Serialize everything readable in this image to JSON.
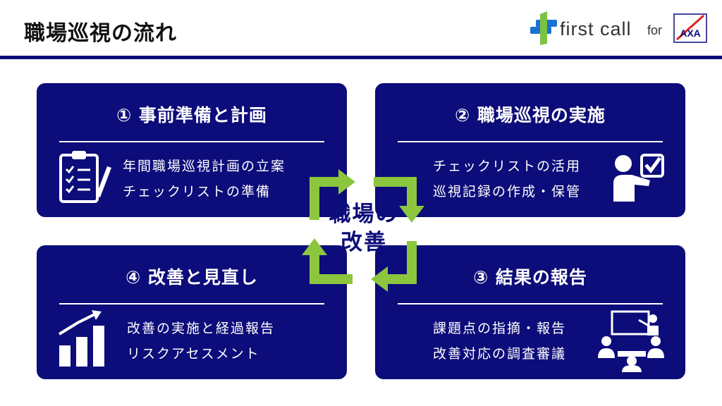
{
  "header": {
    "title": "職場巡視の流れ",
    "logo_text": "first call",
    "logo_for": "for",
    "partner_logo": "AXA"
  },
  "colors": {
    "navy": "#0c0c7a",
    "green": "#8cc63f",
    "logo_blue": "#1a73d1",
    "logo_green": "#7cc243"
  },
  "cards": [
    {
      "title": "① 事前準備と計画",
      "lines": [
        "年間職場巡視計画の立案",
        "チェックリストの準備"
      ],
      "icon": "clipboard-checklist-icon"
    },
    {
      "title": "② 職場巡視の実施",
      "lines": [
        "チェックリストの活用",
        "巡視記録の作成・保管"
      ],
      "icon": "person-checkbox-icon"
    },
    {
      "title": "④ 改善と見直し",
      "lines": [
        "改善の実施と経過報告",
        "リスクアセスメント"
      ],
      "icon": "growth-chart-icon"
    },
    {
      "title": "③ 結果の報告",
      "lines": [
        "課題点の指摘・報告",
        "改善対応の調査審議"
      ],
      "icon": "meeting-presentation-icon"
    }
  ],
  "center": {
    "line1": "職場の",
    "line2": "改善",
    "icon": "cycle-arrows-icon"
  }
}
